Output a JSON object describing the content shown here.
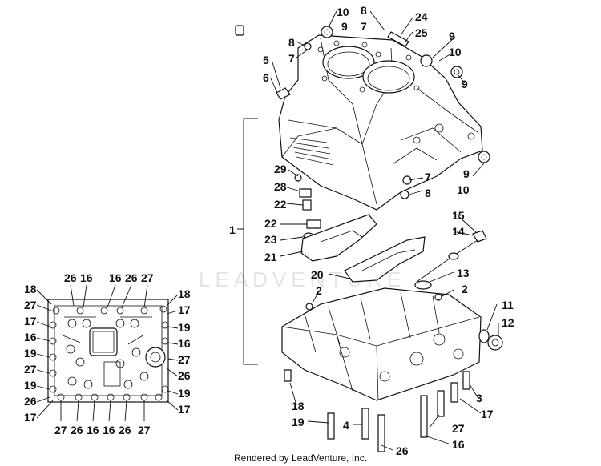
{
  "watermark": "LEADVENTURE",
  "footer": "Rendered by LeadVenture, Inc.",
  "callouts": {
    "main": [
      "1",
      "10",
      "9",
      "8",
      "7",
      "24",
      "25",
      "8",
      "7",
      "9",
      "10",
      "9",
      "5",
      "6",
      "7",
      "8",
      "9",
      "10",
      "29",
      "28",
      "22",
      "22",
      "23",
      "21",
      "15",
      "14",
      "20",
      "13",
      "2",
      "2",
      "11",
      "12",
      "3",
      "17",
      "18",
      "19",
      "4",
      "26",
      "27",
      "16"
    ],
    "inset": [
      "18",
      "27",
      "17",
      "16",
      "19",
      "27",
      "19",
      "26",
      "17",
      "26",
      "16",
      "16",
      "26",
      "27",
      "18",
      "17",
      "19",
      "16",
      "27",
      "26",
      "19",
      "17",
      "27",
      "26",
      "16",
      "16",
      "26",
      "27"
    ]
  }
}
